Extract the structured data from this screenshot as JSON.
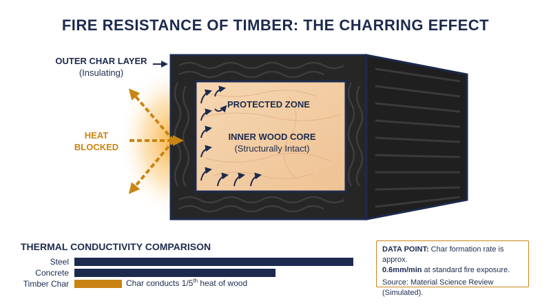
{
  "title": "FIRE RESISTANCE OF TIMBER: THE CHARRING EFFECT",
  "labels": {
    "outer_char": "OUTER CHAR LAYER",
    "outer_char_sub": "(Insulating)",
    "heat_line1": "HEAT",
    "heat_line2": "BLOCKED",
    "protected_zone": "PROTECTED ZONE",
    "inner_core": "INNER WOOD CORE",
    "inner_core_sub": "(Structurally Intact)"
  },
  "comparison": {
    "title": "THERMAL CONDUCTIVITY COMPARISON",
    "bars": [
      {
        "name": "Steel",
        "value": 1.0,
        "color": "#1c2a4d"
      },
      {
        "name": "Concrete",
        "value": 0.72,
        "color": "#1c2a4d"
      },
      {
        "name": "Timber Char",
        "value": 0.17,
        "color": "#c98414"
      }
    ],
    "note_prefix": "Char conducts 1/5",
    "note_sup": "th",
    "note_suffix": " heat of wood"
  },
  "data_point": {
    "label": "DATA POINT:",
    "text1": " Char formation rate is approx.",
    "rate": "0.6mm/min",
    "text2": " at standard fire exposure.",
    "source": "Source: Material Science Review (Simulated)."
  },
  "colors": {
    "navy": "#1c2a4d",
    "orange": "#c98414",
    "char": "#262626",
    "wood": "#f3cfa6"
  }
}
